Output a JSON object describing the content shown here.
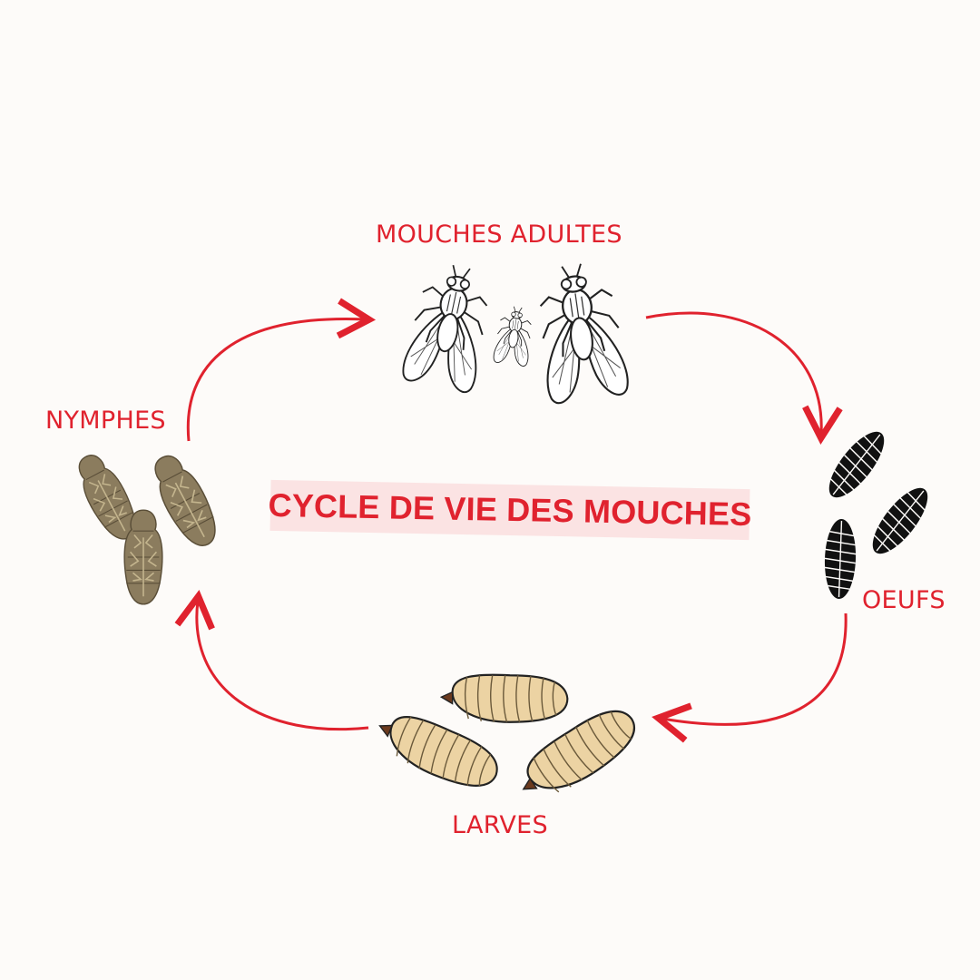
{
  "diagram": {
    "title": "CYCLE DE VIE DES MOUCHES",
    "stages": {
      "adults": "MOUCHES ADULTES",
      "eggs": "OEUFS",
      "larvae": "LARVES",
      "pupae": "NYMPHES"
    },
    "colors": {
      "accent": "#e0222e",
      "title_bg": "#fbe3e3",
      "egg": "#111111",
      "larva": "#ecd3a3",
      "pupa": "#8b7c5e",
      "background": "#fdfbf9"
    }
  }
}
